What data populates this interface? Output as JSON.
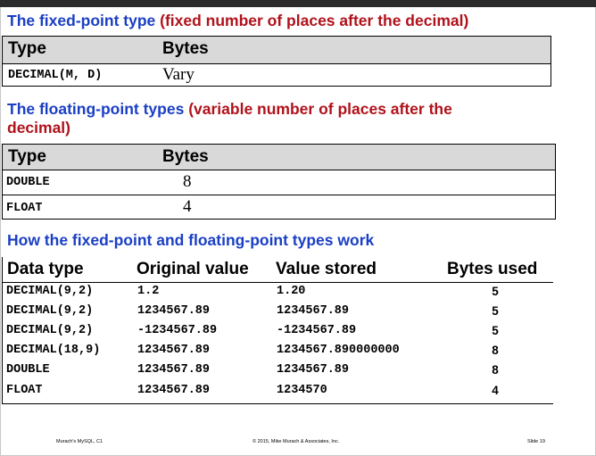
{
  "section1": {
    "heading_blue": "The fixed-point type",
    "heading_red": " (fixed number of places after the decimal)",
    "col_type": "Type",
    "col_bytes": "Bytes",
    "rows": [
      {
        "type": "DECIMAL(M, D)",
        "bytes": "Vary"
      }
    ]
  },
  "section2": {
    "heading_blue": "The floating-point types",
    "heading_red_line1": " (variable number of places after the",
    "heading_red_line2": "decimal)",
    "col_type": "Type",
    "col_bytes": "Bytes",
    "rows": [
      {
        "type": "DOUBLE",
        "bytes": "8"
      },
      {
        "type": "FLOAT",
        "bytes": "4"
      }
    ]
  },
  "section3": {
    "heading": "How the fixed-point and floating-point types work",
    "col_data_type": "Data type",
    "col_original": "Original value",
    "col_stored": "Value stored",
    "col_bytes": "Bytes used",
    "rows": [
      {
        "type": "DECIMAL(9,2)",
        "original": "1.2",
        "stored": "1.20",
        "bytes": "5"
      },
      {
        "type": "DECIMAL(9,2)",
        "original": "1234567.89",
        "stored": "1234567.89",
        "bytes": "5"
      },
      {
        "type": "DECIMAL(9,2)",
        "original": "-1234567.89",
        "stored": "-1234567.89",
        "bytes": "5"
      },
      {
        "type": "DECIMAL(18,9)",
        "original": "1234567.89",
        "stored": "1234567.890000000",
        "bytes": "8"
      },
      {
        "type": "DOUBLE",
        "original": "1234567.89",
        "stored": "1234567.89",
        "bytes": "8"
      },
      {
        "type": "FLOAT",
        "original": "1234567.89",
        "stored": "1234570",
        "bytes": "4"
      }
    ]
  },
  "footer": {
    "left": "Murach's MySQL, C1",
    "center": "© 2015, Mike Murach & Associates, Inc.",
    "right": "Slide 19"
  }
}
